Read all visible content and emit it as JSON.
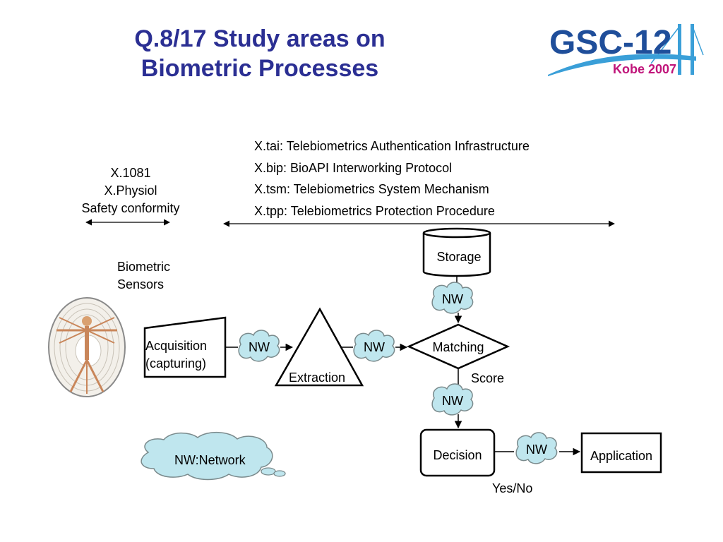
{
  "title": {
    "line1": "Q.8/17 Study areas on",
    "line2": "Biometric Processes"
  },
  "logo": {
    "name": "GSC-12",
    "subtitle": "Kobe 2007",
    "colors": {
      "blue": "#1f4e9a",
      "magenta": "#c0147a",
      "swoosh": "#3a9fd8"
    }
  },
  "safety": {
    "line1": "X.1081",
    "line2": "X.Physiol",
    "line3": "Safety conformity"
  },
  "specs": [
    "X.tai: Telebiometrics Authentication Infrastructure",
    "X.bip: BioAPI Interworking Protocol",
    "X.tsm: Telebiometrics System Mechanism",
    "X.tpp: Telebiometrics Protection Procedure"
  ],
  "sensors": {
    "line1": "Biometric",
    "line2": "Sensors"
  },
  "nodes": {
    "acquisition_line1": "Acquisition",
    "acquisition_line2": "(capturing)",
    "extraction": "Extraction",
    "storage": "Storage",
    "matching": "Matching",
    "decision": "Decision",
    "application": "Application"
  },
  "network_label": "NW",
  "legend": "NW:Network",
  "score_label": "Score",
  "yesno_label": "Yes/No",
  "colors": {
    "title": "#2b2f93",
    "cloud_fill": "#bfe6ee",
    "cloud_stroke": "#7a8a8c"
  }
}
